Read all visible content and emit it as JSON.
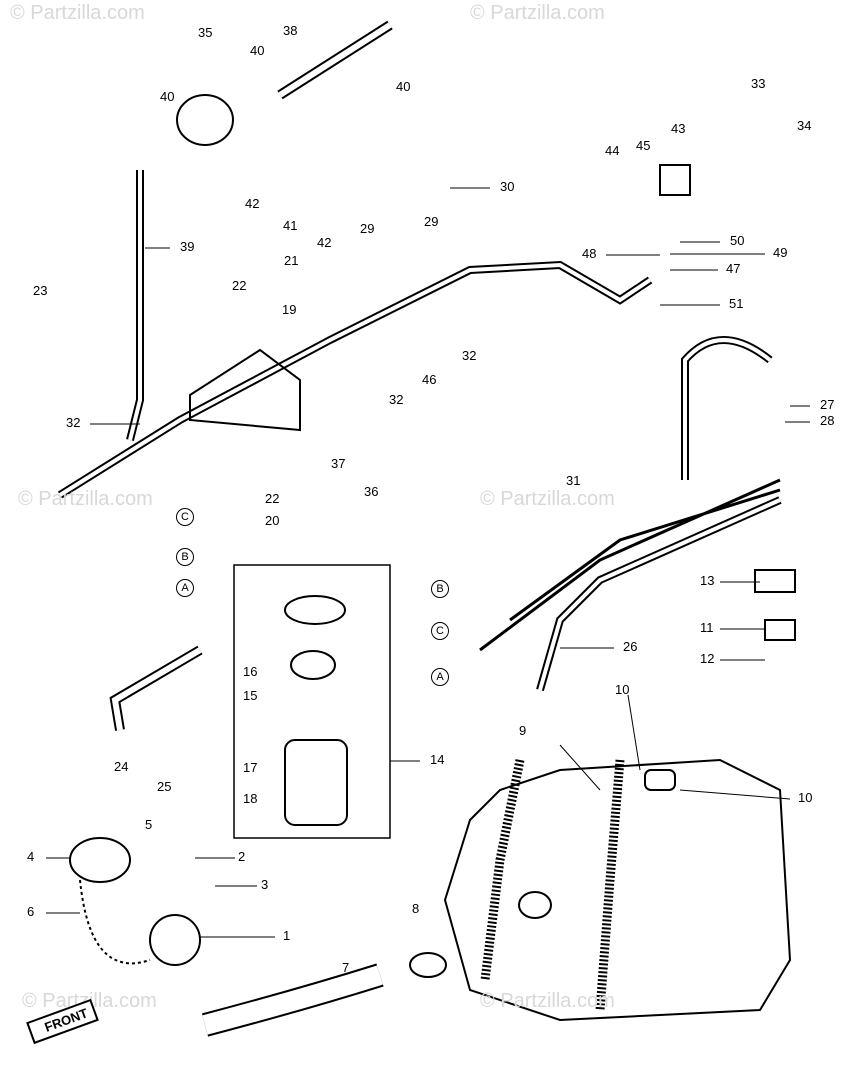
{
  "watermark": "© Partzilla.com",
  "front_label": "FRONT",
  "labels": [
    "35",
    "38",
    "40",
    "40",
    "40",
    "42",
    "41",
    "42",
    "33",
    "34",
    "44",
    "45",
    "43",
    "30",
    "29",
    "29",
    "48",
    "50",
    "49",
    "47",
    "51",
    "39",
    "21",
    "22",
    "19",
    "23",
    "32",
    "32",
    "46",
    "27",
    "28",
    "32",
    "37",
    "36",
    "22",
    "20",
    "31",
    "26",
    "13",
    "11",
    "12",
    "16",
    "15",
    "14",
    "24",
    "25",
    "17",
    "18",
    "10",
    "9",
    "10",
    "5",
    "4",
    "2",
    "3",
    "6",
    "1",
    "8",
    "7"
  ],
  "connectors": [
    "C",
    "B",
    "A",
    "B",
    "C",
    "A"
  ]
}
